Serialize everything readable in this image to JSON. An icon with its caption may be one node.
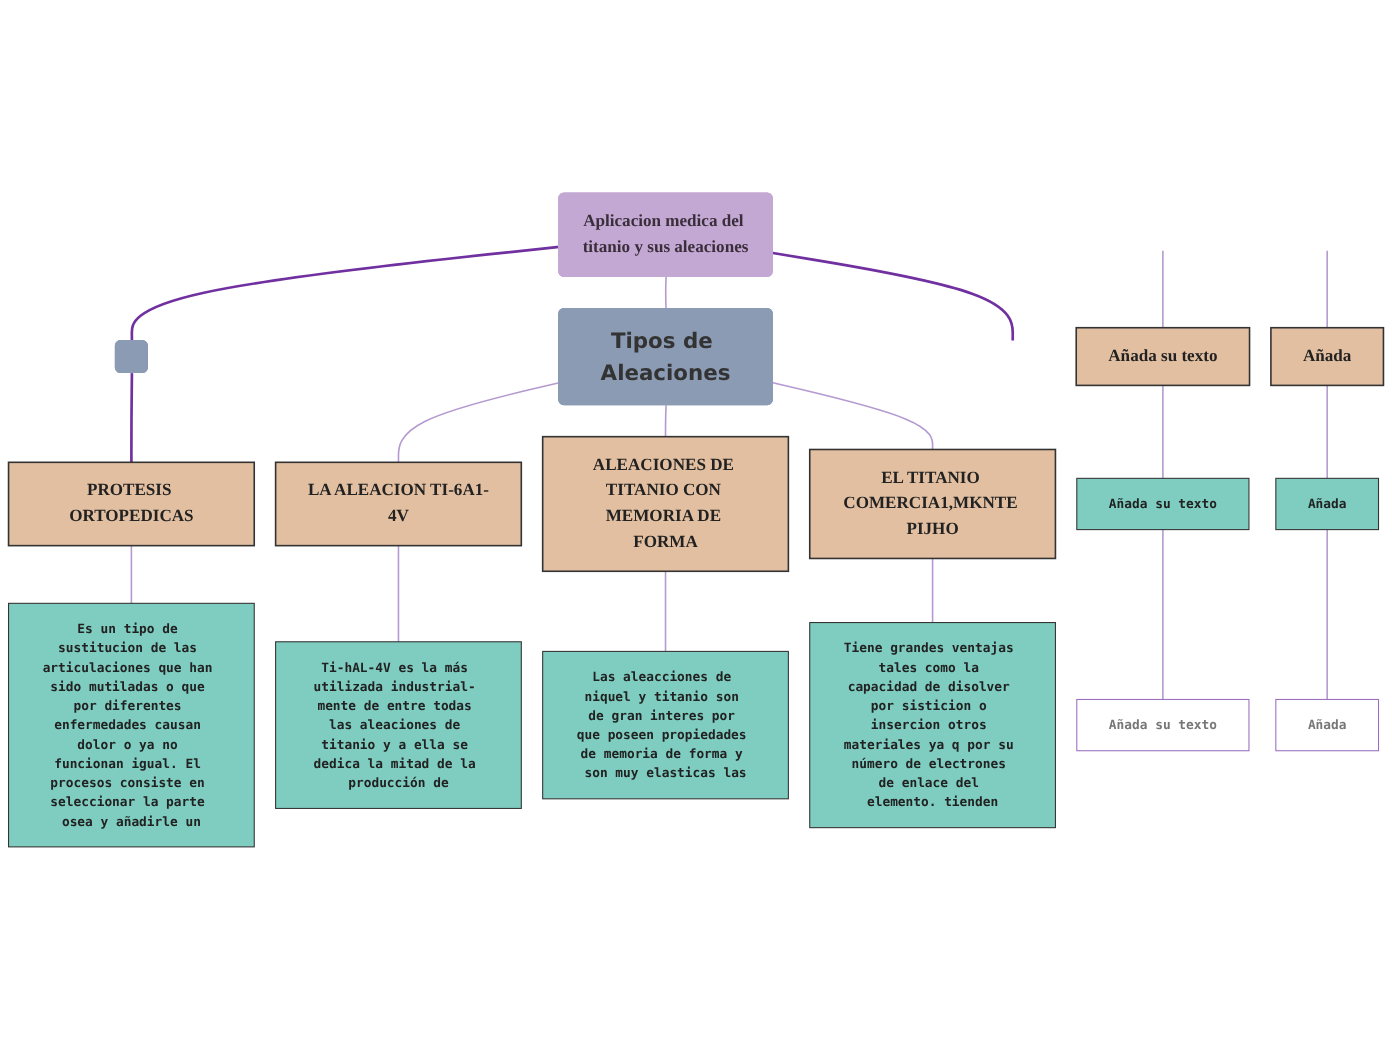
{
  "diagram": {
    "nodes": [
      {
        "text": [
          "Aplicacion medica del titanio y sus aleaciones"
        ]
      },
      {
        "text": [],
        "shape": "box"
      },
      {
        "text": [
          "Tipos de Aleaciones"
        ]
      },
      {
        "text": [
          "PROTESIS ORTOPEDICAS"
        ]
      },
      {
        "text": [
          "Es un tipo de sustitucion de las articulaciones que han sido mutiladas o que por diferentes enfermedades causan dolor o ya no funcionan igual. El procesos consiste en seleccionar la parte osea y añadirle un"
        ]
      },
      {
        "text": [
          "LA ALEACION TI-6A1-4V"
        ]
      },
      {
        "text": [
          "Ti-hAL-4V es la más utilizada industrial- mente de entre todas las aleaciones de titanio y a ella se dedica la mitad de la producción de"
        ]
      },
      {
        "text": [
          "ALEACIONES DE TITANIO CON MEMORIA DE FORMA"
        ]
      },
      {
        "text": [
          "Las aleacciones de niquel y titanio son de gran interes por que poseen propiedades de memoria de forma y son muy elasticas las"
        ]
      },
      {
        "text": [
          "EL TITANIO COMERCIA1,MKNTE PIJHO"
        ]
      },
      {
        "text": [
          "Tiene grandes ventajas tales como la capacidad de disolver por sisticion o insercion otros materiales ya q por su número de electrones de enlace del elemento. tienden"
        ]
      },
      {
        "text": [
          "Añada su texto"
        ]
      },
      {
        "text": [
          "Añada su texto"
        ]
      },
      {
        "text": [
          "Añada su texto"
        ]
      },
      {
        "text": [
          "Añada"
        ]
      },
      {
        "text": [
          "Añada"
        ]
      },
      {
        "text": [
          "Añada"
        ]
      }
    ],
    "edges": [
      {
        "from": 0,
        "to": 1,
        "arrow": "none",
        "color": "#7030a0"
      },
      {
        "from": 0,
        "to": 2,
        "arrow": "none"
      },
      {
        "from": 0,
        "to": null,
        "arrow": "none",
        "color": "#7030a0"
      },
      {
        "from": 1,
        "to": 3,
        "arrow": "none",
        "color": "#7030a0"
      },
      {
        "from": 3,
        "to": 4,
        "arrow": "none"
      },
      {
        "from": 2,
        "to": 5,
        "arrow": "none"
      },
      {
        "from": 5,
        "to": 6,
        "arrow": "none"
      },
      {
        "from": 2,
        "to": 7,
        "arrow": "none"
      },
      {
        "from": 7,
        "to": 8,
        "arrow": "none"
      },
      {
        "from": 2,
        "to": 9,
        "arrow": "none"
      },
      {
        "from": 9,
        "to": 10,
        "arrow": "none"
      },
      {
        "from": null,
        "to": 11,
        "arrow": "none"
      },
      {
        "from": 11,
        "to": 12,
        "arrow": "none"
      },
      {
        "from": 12,
        "to": 13,
        "arrow": "none"
      },
      {
        "from": null,
        "to": 14,
        "arrow": "none"
      },
      {
        "from": 14,
        "to": 15,
        "arrow": "none"
      },
      {
        "from": 15,
        "to": 16,
        "arrow": "none"
      }
    ]
  }
}
